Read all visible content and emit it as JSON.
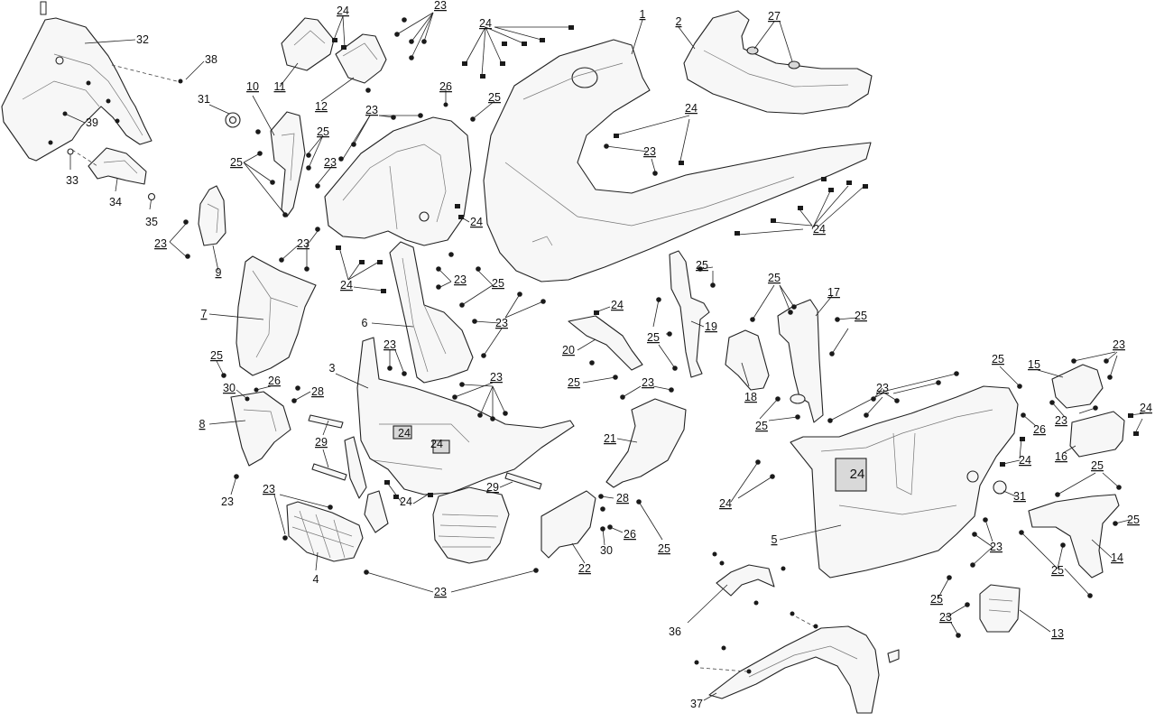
{
  "callouts": [
    {
      "id": "c1",
      "text": "1"
    },
    {
      "id": "c2",
      "text": "2"
    },
    {
      "id": "c3",
      "text": "3"
    },
    {
      "id": "c4",
      "text": "4"
    },
    {
      "id": "c5",
      "text": "5"
    },
    {
      "id": "c6",
      "text": "6"
    },
    {
      "id": "c7",
      "text": "7"
    },
    {
      "id": "c8",
      "text": "8"
    },
    {
      "id": "c9",
      "text": "9"
    },
    {
      "id": "c10",
      "text": "10"
    },
    {
      "id": "c11",
      "text": "11"
    },
    {
      "id": "c12",
      "text": "12"
    },
    {
      "id": "c13",
      "text": "13"
    },
    {
      "id": "c14",
      "text": "14"
    },
    {
      "id": "c15",
      "text": "15"
    },
    {
      "id": "c16",
      "text": "16"
    },
    {
      "id": "c17",
      "text": "17"
    },
    {
      "id": "c18",
      "text": "18"
    },
    {
      "id": "c19",
      "text": "19"
    },
    {
      "id": "c20",
      "text": "20"
    },
    {
      "id": "c21",
      "text": "21"
    },
    {
      "id": "c22",
      "text": "22"
    },
    {
      "id": "c23",
      "text": "23"
    },
    {
      "id": "c24",
      "text": "24"
    },
    {
      "id": "c25",
      "text": "25"
    },
    {
      "id": "c26",
      "text": "26"
    },
    {
      "id": "c27",
      "text": "27"
    },
    {
      "id": "c28",
      "text": "28"
    },
    {
      "id": "c29",
      "text": "29"
    },
    {
      "id": "c30",
      "text": "30"
    },
    {
      "id": "c31",
      "text": "31"
    },
    {
      "id": "c32",
      "text": "32"
    },
    {
      "id": "c33",
      "text": "33"
    },
    {
      "id": "c34",
      "text": "34"
    },
    {
      "id": "c35",
      "text": "35"
    },
    {
      "id": "c36",
      "text": "36"
    },
    {
      "id": "c37",
      "text": "37"
    },
    {
      "id": "c38",
      "text": "38"
    },
    {
      "id": "c39",
      "text": "39"
    }
  ]
}
